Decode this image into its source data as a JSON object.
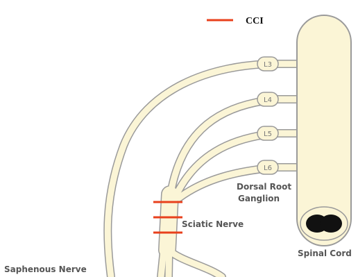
{
  "legend": {
    "label": "CCI",
    "marker_color": "#e8401c"
  },
  "ganglia": [
    {
      "label": "L3"
    },
    {
      "label": "L4"
    },
    {
      "label": "L5"
    },
    {
      "label": "L6"
    }
  ],
  "labels": {
    "dorsal_root_line1": "Dorsal Root",
    "dorsal_root_line2": "Ganglion",
    "sciatic_nerve": "Sciatic Nerve",
    "spinal_cord": "Spinal Cord",
    "saphenous_nerve": "Saphenous Nerve"
  },
  "colors": {
    "nerve_fill": "#fbf5d6",
    "nerve_outline": "#9a9a9a",
    "ligature": "#e8401c",
    "cord_core": "#111111"
  }
}
